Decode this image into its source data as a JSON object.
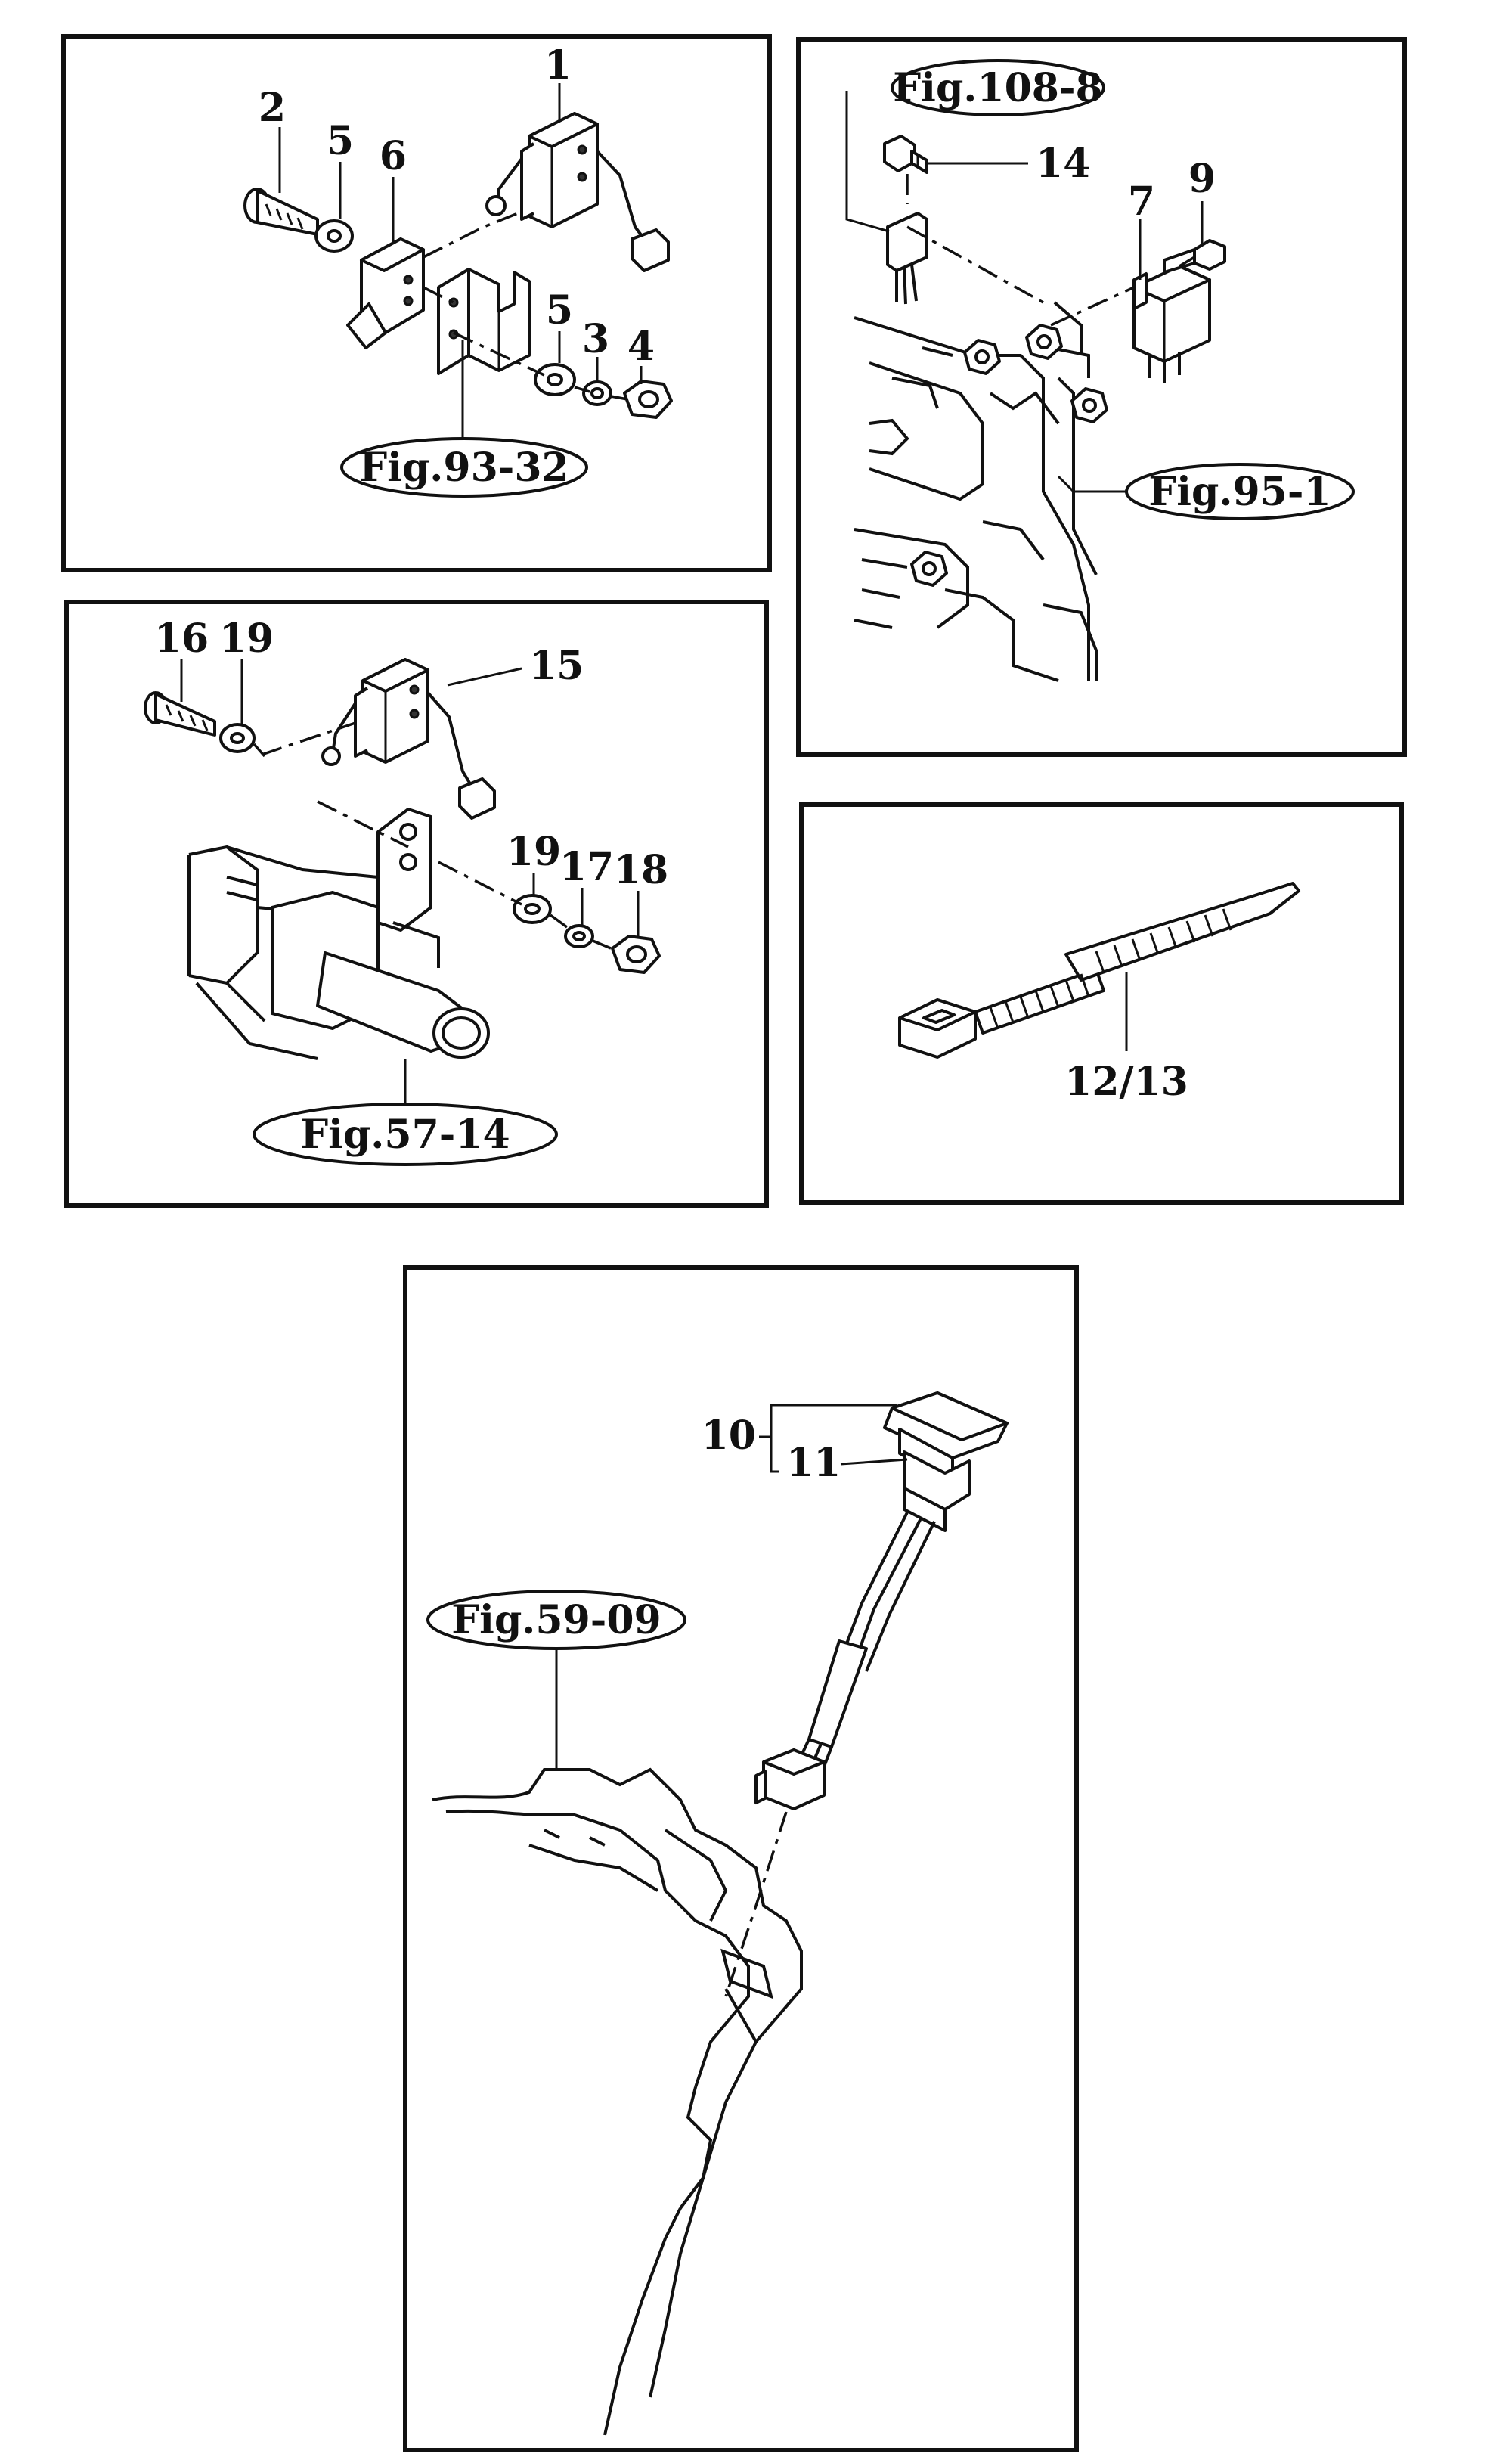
{
  "panels": {
    "top_left": {
      "callouts": [
        "1",
        "2",
        "5",
        "6",
        "5",
        "3",
        "4"
      ],
      "figure_ref": "Fig.93-32"
    },
    "top_right": {
      "callouts": [
        "14",
        "7",
        "9"
      ],
      "figure_refs": [
        "Fig.108-8",
        "Fig.95-1"
      ]
    },
    "middle_left": {
      "callouts": [
        "16",
        "19",
        "15",
        "19",
        "17",
        "18"
      ],
      "figure_ref": "Fig.57-14"
    },
    "middle_right": {
      "callouts": [
        "12/13"
      ]
    },
    "bottom": {
      "callouts": [
        "10",
        "11"
      ],
      "figure_ref": "Fig.59-09"
    }
  }
}
